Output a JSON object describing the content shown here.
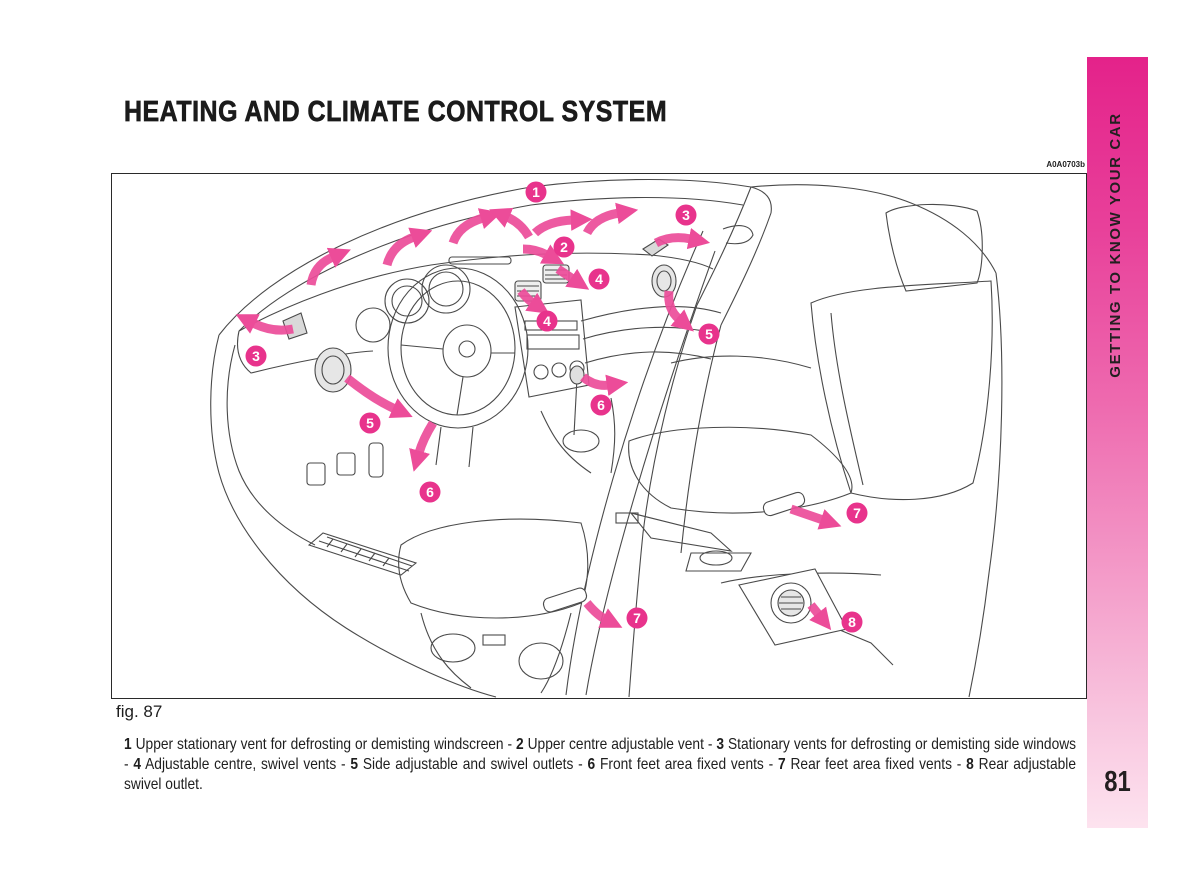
{
  "header": {
    "title": "HEATING AND CLIMATE CONTROL SYSTEM"
  },
  "figure": {
    "code": "A0A0703b",
    "label": "fig. 87",
    "callouts": [
      "1",
      "2",
      "3",
      "4",
      "4",
      "5",
      "3",
      "5",
      "6",
      "6",
      "7",
      "7",
      "8"
    ]
  },
  "caption": {
    "items": [
      {
        "num": "1",
        "text": " Upper stationary vent for defrosting or demisting windscreen - "
      },
      {
        "num": "2",
        "text": " Upper centre adjustable vent - "
      },
      {
        "num": "3",
        "text": " Stationary vents for defrosting or demisting side windows - "
      },
      {
        "num": "4",
        "text": " Adjustable centre, swivel vents - "
      },
      {
        "num": "5",
        "text": " Side adjustable and swivel outlets - "
      },
      {
        "num": "6",
        "text": " Front feet area fixed vents - "
      },
      {
        "num": "7",
        "text": " Rear feet area fixed vents - "
      },
      {
        "num": "8",
        "text": " Rear adjustable swivel outlet."
      }
    ]
  },
  "sidebar": {
    "section": "GETTING TO KNOW YOUR CAR",
    "page_number": "81"
  },
  "colors": {
    "accent": "#e8338c",
    "arrow": "#ec4c99",
    "tab_top": "#e4228a",
    "tab_bottom": "#fde3ef",
    "line_art": "#4a4a4a"
  }
}
